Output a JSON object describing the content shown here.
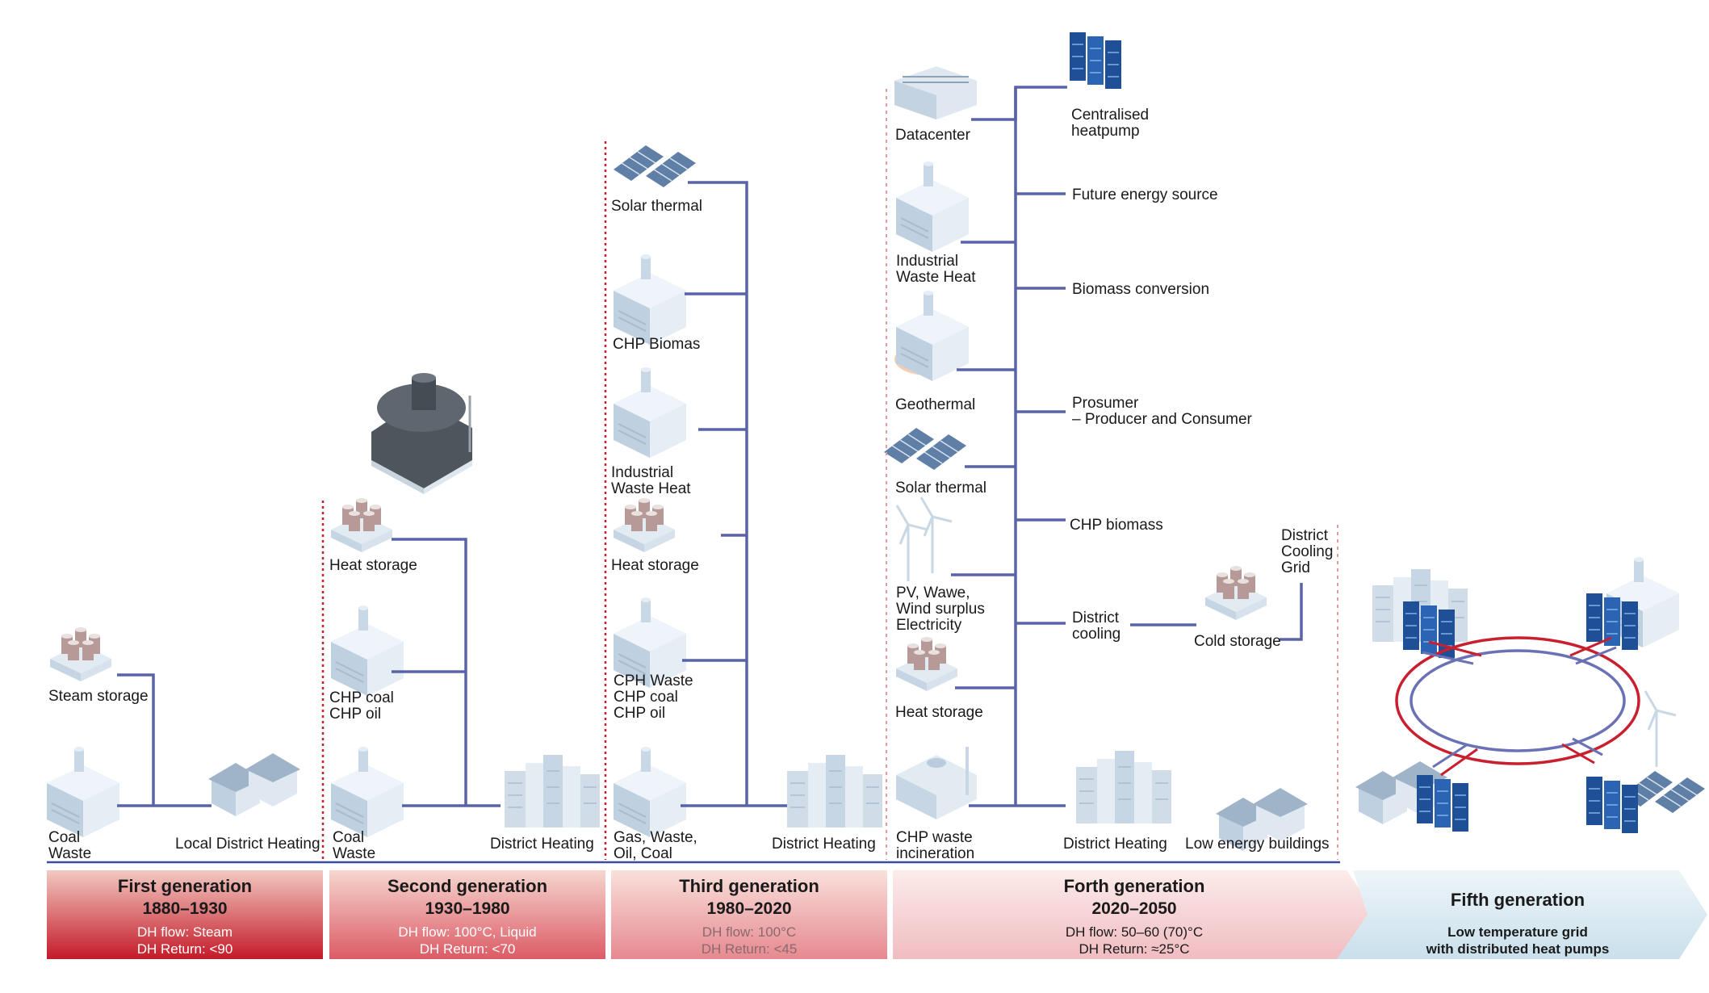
{
  "generations": [
    {
      "title": "First generation",
      "years": "1880–1930",
      "flow": "DH flow: Steam",
      "ret": "DH Return: <90"
    },
    {
      "title": "Second generation",
      "years": "1930–1980",
      "flow": "DH flow: 100°C, Liquid",
      "ret": "DH Return: <70"
    },
    {
      "title": "Third generation",
      "years": "1980–2020",
      "flow": "DH flow: 100°C",
      "ret": "DH Return: <45"
    },
    {
      "title": "Forth generation",
      "years": "2020–2050",
      "flow": "DH flow: 50–60 (70)°C",
      "ret": "DH Return: ≈25°C"
    },
    {
      "title": "Fifth generation",
      "line1": "Low temperature grid",
      "line2": "with distributed heat pumps"
    }
  ],
  "gen1": {
    "steam_storage": "Steam storage",
    "coal": "Coal",
    "waste": "Waste",
    "local_dh": "Local District Heating"
  },
  "gen2": {
    "heat_storage": "Heat storage",
    "chp_coal": "CHP coal",
    "chp_oil": "CHP oil",
    "coal": "Coal",
    "waste": "Waste",
    "dh": "District Heating"
  },
  "gen3": {
    "solar": "Solar thermal",
    "chp_bio": "CHP Biomas",
    "ind1": "Industrial",
    "ind2": "Waste Heat",
    "heat_storage": "Heat storage",
    "cph1": "CPH Waste",
    "cph2": "CHP coal",
    "cph3": "CHP oil",
    "gas1": "Gas, Waste,",
    "gas2": "Oil, Coal",
    "dh": "District Heating"
  },
  "gen4": {
    "datacenter": "Datacenter",
    "hp1": "Centralised",
    "hp2": "heatpump",
    "future": "Future energy source",
    "ind1": "Industrial",
    "ind2": "Waste Heat",
    "biomass": "Biomass conversion",
    "geo": "Geothermal",
    "pros1": "Prosumer",
    "pros2": "– Producer and Consumer",
    "solar": "Solar thermal",
    "chp_bio": "CHP biomass",
    "pv1": "PV, Wawe,",
    "pv2": "Wind surplus",
    "pv3": "Electricity",
    "dc1": "District",
    "dc2": "cooling",
    "cold": "Cold storage",
    "dcg1": "District",
    "dcg2": "Cooling",
    "dcg3": "Grid",
    "heat_storage": "Heat storage",
    "inc1": "CHP waste",
    "inc2": "incineration",
    "dh": "District Heating",
    "leb": "Low energy buildings"
  },
  "colors": {
    "pipe": "#5a63a5",
    "red": "#c8202f",
    "blue": "#6a72b5",
    "gen1": "#c8202f",
    "gen5": "#d5e6f0"
  }
}
